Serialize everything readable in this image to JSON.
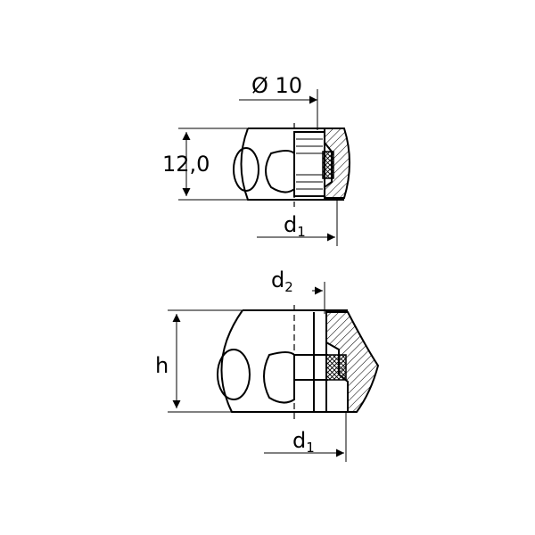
{
  "labels": {
    "diameter_top": "Ø 10",
    "height_top": "12,0",
    "d1_top_base": "d",
    "d1_top_sub": "1",
    "d2_base": "d",
    "d2_sub": "2",
    "h": "h",
    "d1_bottom_base": "d",
    "d1_bottom_sub": "1"
  }
}
